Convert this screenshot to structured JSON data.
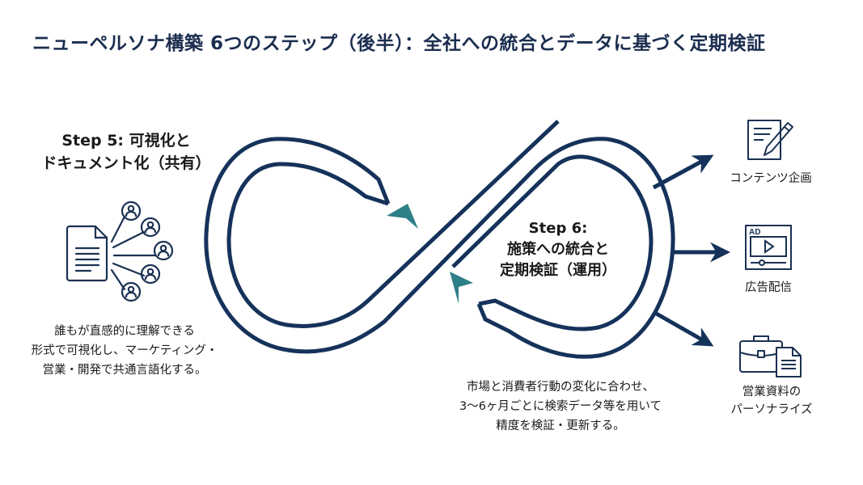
{
  "title": "ニューペルソナ構築 6つのステップ（後半）：全社への統合とデータに基づく定期検証",
  "colors": {
    "navy": "#15325a",
    "teal": "#2e8088",
    "text": "#1a1a1a",
    "background": "#ffffff"
  },
  "step5": {
    "heading_lines": [
      "Step 5: 可視化と",
      "ドキュメント化（共有）"
    ],
    "icon": "document-share-network-icon",
    "description_lines": [
      "誰もが直感的に理解できる",
      "形式で可視化し、マーケティング・",
      "営業・開発で共通言語化する。"
    ]
  },
  "step6": {
    "heading_lines": [
      "Step 6:",
      "施策への統合と",
      "定期検証（運用）"
    ],
    "description_lines": [
      "市場と消費者行動の変化に合わせ、",
      "3〜6ヶ月ごとに検索データ等を用いて",
      "精度を検証・更新する。"
    ]
  },
  "outputs": [
    {
      "icon": "document-pen-icon",
      "label_lines": [
        "コンテンツ企画"
      ]
    },
    {
      "icon": "video-ad-icon",
      "label_lines": [
        "広告配信"
      ],
      "badge": "AD"
    },
    {
      "icon": "briefcase-document-icon",
      "label_lines": [
        "営業資料の",
        "パーソナライズ"
      ]
    }
  ]
}
